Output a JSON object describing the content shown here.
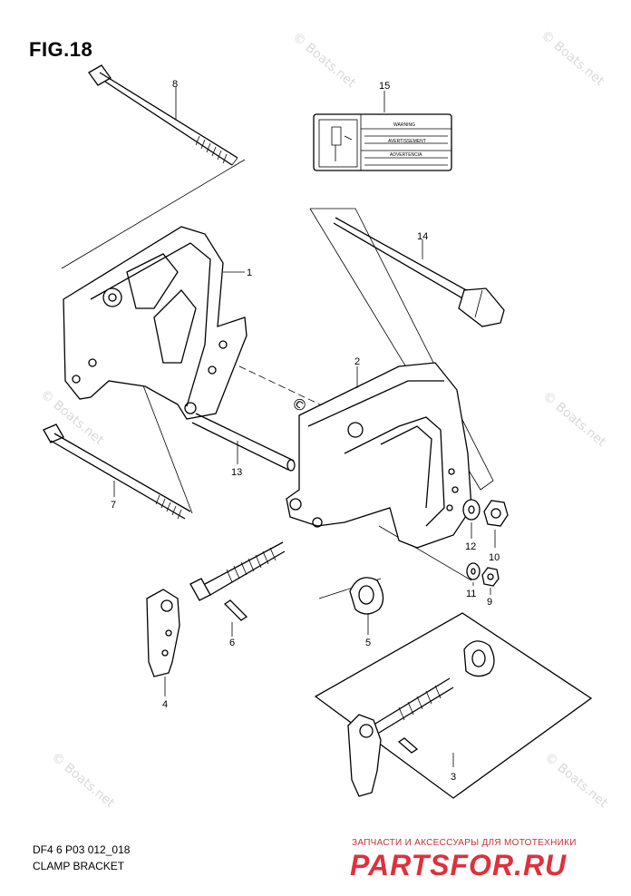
{
  "figure": {
    "title": "FIG.18"
  },
  "parts": [
    {
      "num": "1"
    },
    {
      "num": "2"
    },
    {
      "num": "3"
    },
    {
      "num": "4"
    },
    {
      "num": "5"
    },
    {
      "num": "6"
    },
    {
      "num": "7"
    },
    {
      "num": "8"
    },
    {
      "num": "9"
    },
    {
      "num": "10"
    },
    {
      "num": "11"
    },
    {
      "num": "12"
    },
    {
      "num": "13"
    },
    {
      "num": "14"
    },
    {
      "num": "15"
    }
  ],
  "label": {
    "warning": "WARNING",
    "avertissement": "AVERTISSEMENT",
    "advertencia": "ADVERTENCIA"
  },
  "watermark": {
    "text": "© Boats.net"
  },
  "footer": {
    "code": "DF4 6 P03 012_018",
    "name": "CLAMP BRACKET"
  },
  "promo": {
    "tagline": "ЗАПЧАСТИ И АКСЕССУАРЫ ДЛЯ МОТОТЕХНИКИ",
    "logo": "PARTSFOR.RU"
  },
  "colors": {
    "ink": "#000000",
    "watermark": "#d9d9d9",
    "promo": "#e0303c"
  }
}
